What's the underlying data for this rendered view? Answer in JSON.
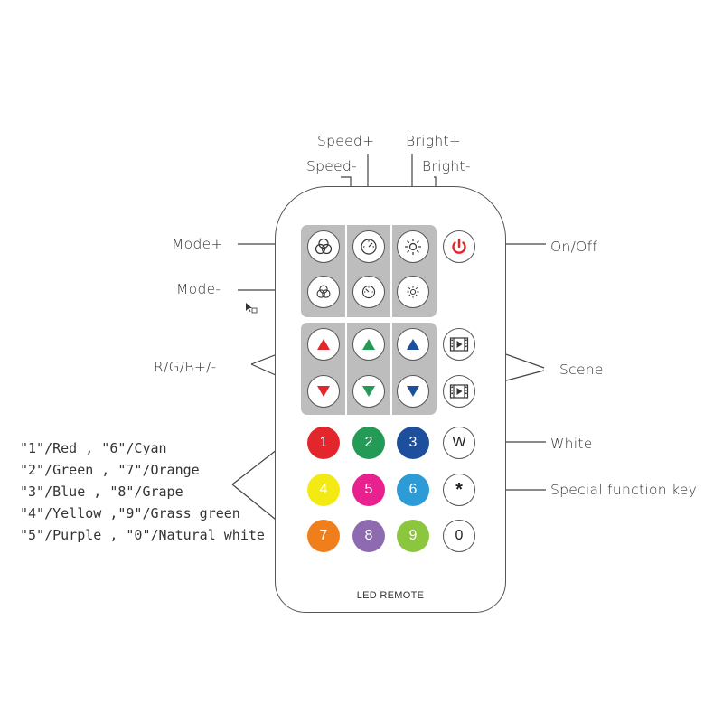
{
  "top_labels": {
    "speed_plus": "Speed+",
    "bright_plus": "Bright+",
    "speed_minus": "Speed-",
    "bright_minus": "Bright-"
  },
  "left_labels": {
    "mode_plus": "Mode+",
    "mode_minus": "Mode-",
    "rgb": "R/G/B+/-"
  },
  "right_labels": {
    "on_off": "On/Off",
    "scene": "Scene",
    "white": "White",
    "special": "Special function key"
  },
  "legend": [
    "\"1\"/Red ,   \"6\"/Cyan",
    "\"2\"/Green , \"7\"/Orange",
    "\"3\"/Blue ,  \"8\"/Grape",
    "\"4\"/Yellow ,\"9\"/Grass green",
    "\"5\"/Purple , \"0\"/Natural white"
  ],
  "remote": {
    "brand": "LED REMOTE",
    "number_keys": [
      {
        "label": "1",
        "color": "#e3262b"
      },
      {
        "label": "2",
        "color": "#239b57"
      },
      {
        "label": "3",
        "color": "#1e4f9c"
      },
      {
        "label": "4",
        "color": "#f3ea14"
      },
      {
        "label": "5",
        "color": "#e8218e"
      },
      {
        "label": "6",
        "color": "#2c9bd6"
      },
      {
        "label": "7",
        "color": "#f07f1b"
      },
      {
        "label": "8",
        "color": "#8e6bb0"
      },
      {
        "label": "9",
        "color": "#8cc63f"
      }
    ],
    "white_key": "W",
    "star_key": "*",
    "zero_key": "0",
    "colors": {
      "power": "#e3262b",
      "arrow_red": "#e3262b",
      "arrow_green": "#239b57",
      "arrow_blue": "#1e4f9c",
      "panel": "#bdbdbd"
    }
  }
}
